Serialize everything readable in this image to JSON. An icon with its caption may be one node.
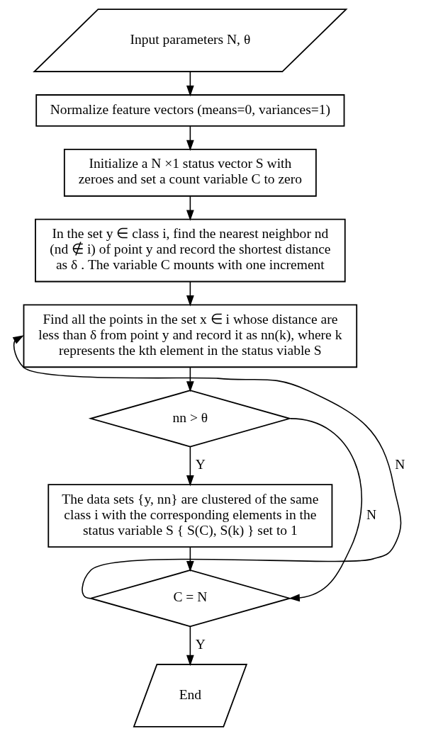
{
  "diagram": {
    "nodes": [
      {
        "text": [
          "Input parameters N, θ"
        ]
      },
      {
        "text": [
          "Normalize feature vectors (means=0, variances=1)"
        ]
      },
      {
        "text": [
          "Initialize a N ×1 status vector S with zeroes and set a count variable C to zero"
        ]
      },
      {
        "text": [
          "In the set y ∈ class i, find the nearest neighbor nd (nd ∉ i) of point y and record the shortest distance as δ . The variable C mounts with one increment"
        ]
      },
      {
        "text": [
          "Find all the points in the set x ∈ i whose distance are less than δ from point y and record it as nn(k), where k represents the kth element in the status viable S"
        ]
      },
      {
        "text": [
          "nn > θ"
        ]
      },
      {
        "text": [
          "The data sets {y, nn} are clustered of the same class i with the corresponding elements in the status variable S { S(C), S(k) } set to 1"
        ]
      },
      {
        "text": [
          "C = N"
        ]
      },
      {
        "text": [
          "End"
        ]
      }
    ],
    "edges": [
      {
        "from": 0,
        "to": 1,
        "arrow": "to"
      },
      {
        "from": 1,
        "to": 2,
        "arrow": "to"
      },
      {
        "from": 2,
        "to": 3,
        "arrow": "to"
      },
      {
        "from": 3,
        "to": 4,
        "arrow": "to"
      },
      {
        "from": 4,
        "to": 5,
        "arrow": "to"
      },
      {
        "from": 5,
        "to": 6,
        "label": "Y",
        "arrow": "to"
      },
      {
        "from": 5,
        "to": 7,
        "label": "N",
        "arrow": "to"
      },
      {
        "from": 6,
        "to": 7,
        "arrow": "to"
      },
      {
        "from": 7,
        "to": 4,
        "label": "N",
        "arrow": "to"
      },
      {
        "from": 7,
        "to": 8,
        "label": "Y",
        "arrow": "to"
      }
    ]
  }
}
